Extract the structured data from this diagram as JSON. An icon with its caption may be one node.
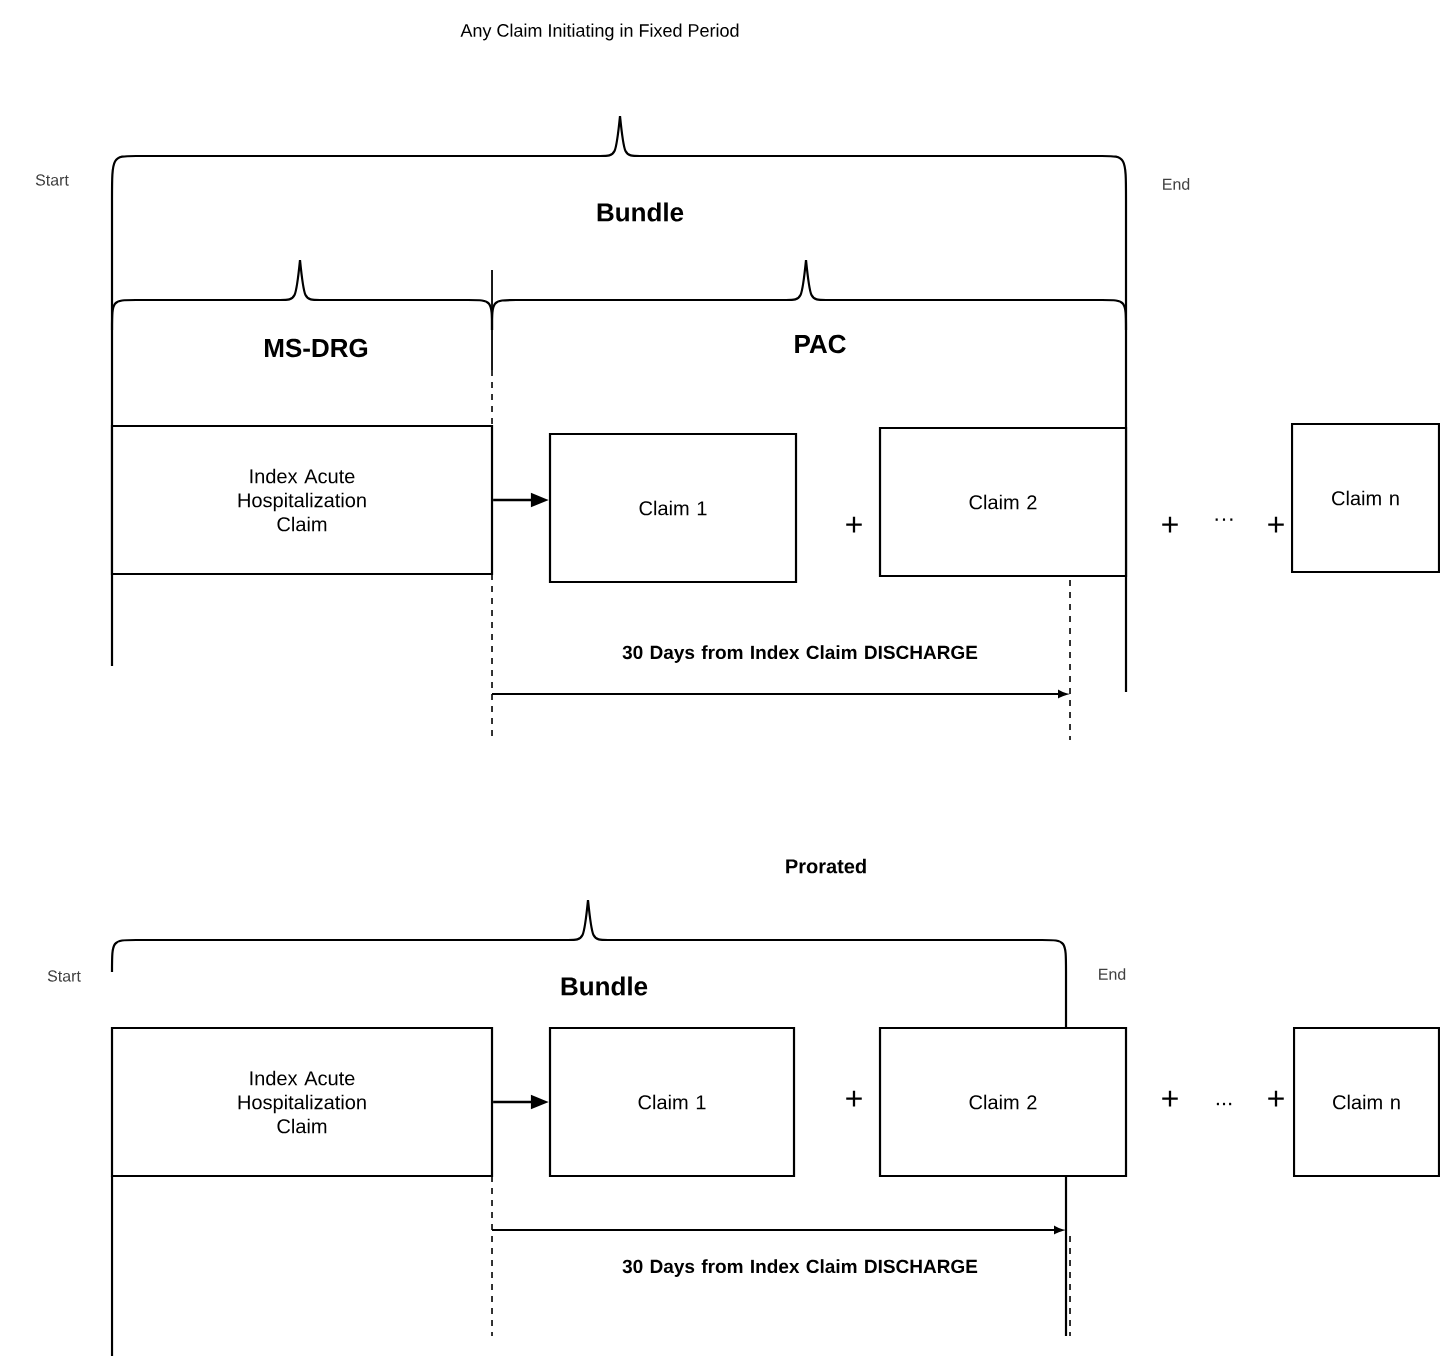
{
  "diagram": {
    "title": "Any Claim Initiating in Fixed Period",
    "nodes": [
      {
        "text": [
          "Index Acute Hospitalization Claim"
        ]
      },
      {
        "text": [
          "Claim 1"
        ]
      },
      {
        "text": [
          "Claim 2"
        ]
      },
      {
        "text": [
          "Claim n"
        ]
      },
      {
        "text": [
          "Index Acute Hospitalization Claim"
        ]
      },
      {
        "text": [
          "Claim 1"
        ]
      },
      {
        "text": [
          "Claim 2"
        ]
      },
      {
        "text": [
          "Claim n"
        ]
      }
    ],
    "edges": [
      {
        "from": 0,
        "to": 1,
        "arrow": "to"
      },
      {
        "from": 4,
        "to": 5,
        "arrow": "to"
      }
    ],
    "labels": [
      "Start",
      "End",
      "Bundle",
      "MS-DRG",
      "PAC",
      "+",
      "+",
      "···",
      "+",
      "30 Days from Index Claim DISCHARGE",
      "Prorated",
      "Start",
      "End",
      "Bundle",
      "+",
      "+",
      "...",
      "+",
      "30 Days from Index Claim DISCHARGE"
    ]
  }
}
